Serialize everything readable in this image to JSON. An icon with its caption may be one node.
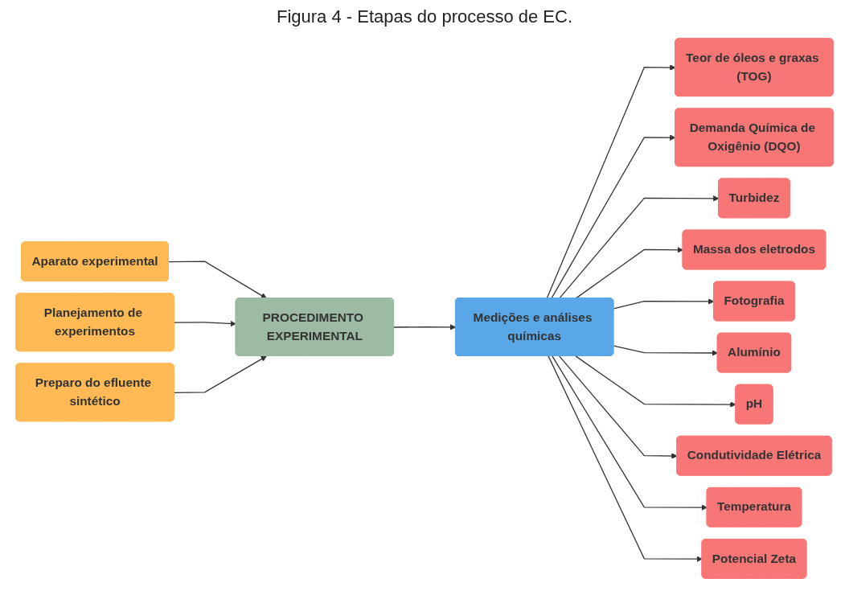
{
  "diagram": {
    "title": "Figura 4 - Etapas do processo de EC.",
    "nodes": [
      {
        "text": [
          "Aparato experimental"
        ]
      },
      {
        "text": [
          "Planejamento de experimentos"
        ]
      },
      {
        "text": [
          "Preparo do efluente sintético"
        ]
      },
      {
        "text": [
          "PROCEDIMENTO EXPERIMENTAL"
        ]
      },
      {
        "text": [
          "Medições e análises químicas"
        ]
      },
      {
        "text": [
          "Teor de óleos e graxas (TOG)"
        ]
      },
      {
        "text": [
          "Demanda Química de Oxigênio (DQO)"
        ]
      },
      {
        "text": [
          "Turbidez"
        ]
      },
      {
        "text": [
          "Massa dos eletrodos"
        ]
      },
      {
        "text": [
          "Fotografia"
        ]
      },
      {
        "text": [
          "Alumínio"
        ]
      },
      {
        "text": [
          "pH"
        ]
      },
      {
        "text": [
          "Condutividade Elétrica"
        ]
      },
      {
        "text": [
          "Temperatura"
        ]
      },
      {
        "text": [
          "Potencial Zeta"
        ]
      }
    ],
    "edges": [
      {
        "from": 0,
        "to": 3,
        "arrow": "to"
      },
      {
        "from": 1,
        "to": 3,
        "arrow": "to"
      },
      {
        "from": 2,
        "to": 3,
        "arrow": "to"
      },
      {
        "from": 3,
        "to": 4,
        "arrow": "to"
      },
      {
        "from": 4,
        "to": 5,
        "arrow": "to"
      },
      {
        "from": 4,
        "to": 6,
        "arrow": "to"
      },
      {
        "from": 4,
        "to": 7,
        "arrow": "to"
      },
      {
        "from": 4,
        "to": 8,
        "arrow": "to"
      },
      {
        "from": 4,
        "to": 9,
        "arrow": "to"
      },
      {
        "from": 4,
        "to": 10,
        "arrow": "to"
      },
      {
        "from": 4,
        "to": 11,
        "arrow": "to"
      },
      {
        "from": 4,
        "to": 12,
        "arrow": "to"
      },
      {
        "from": 4,
        "to": 13,
        "arrow": "to"
      },
      {
        "from": 4,
        "to": 14,
        "arrow": "to"
      }
    ]
  }
}
